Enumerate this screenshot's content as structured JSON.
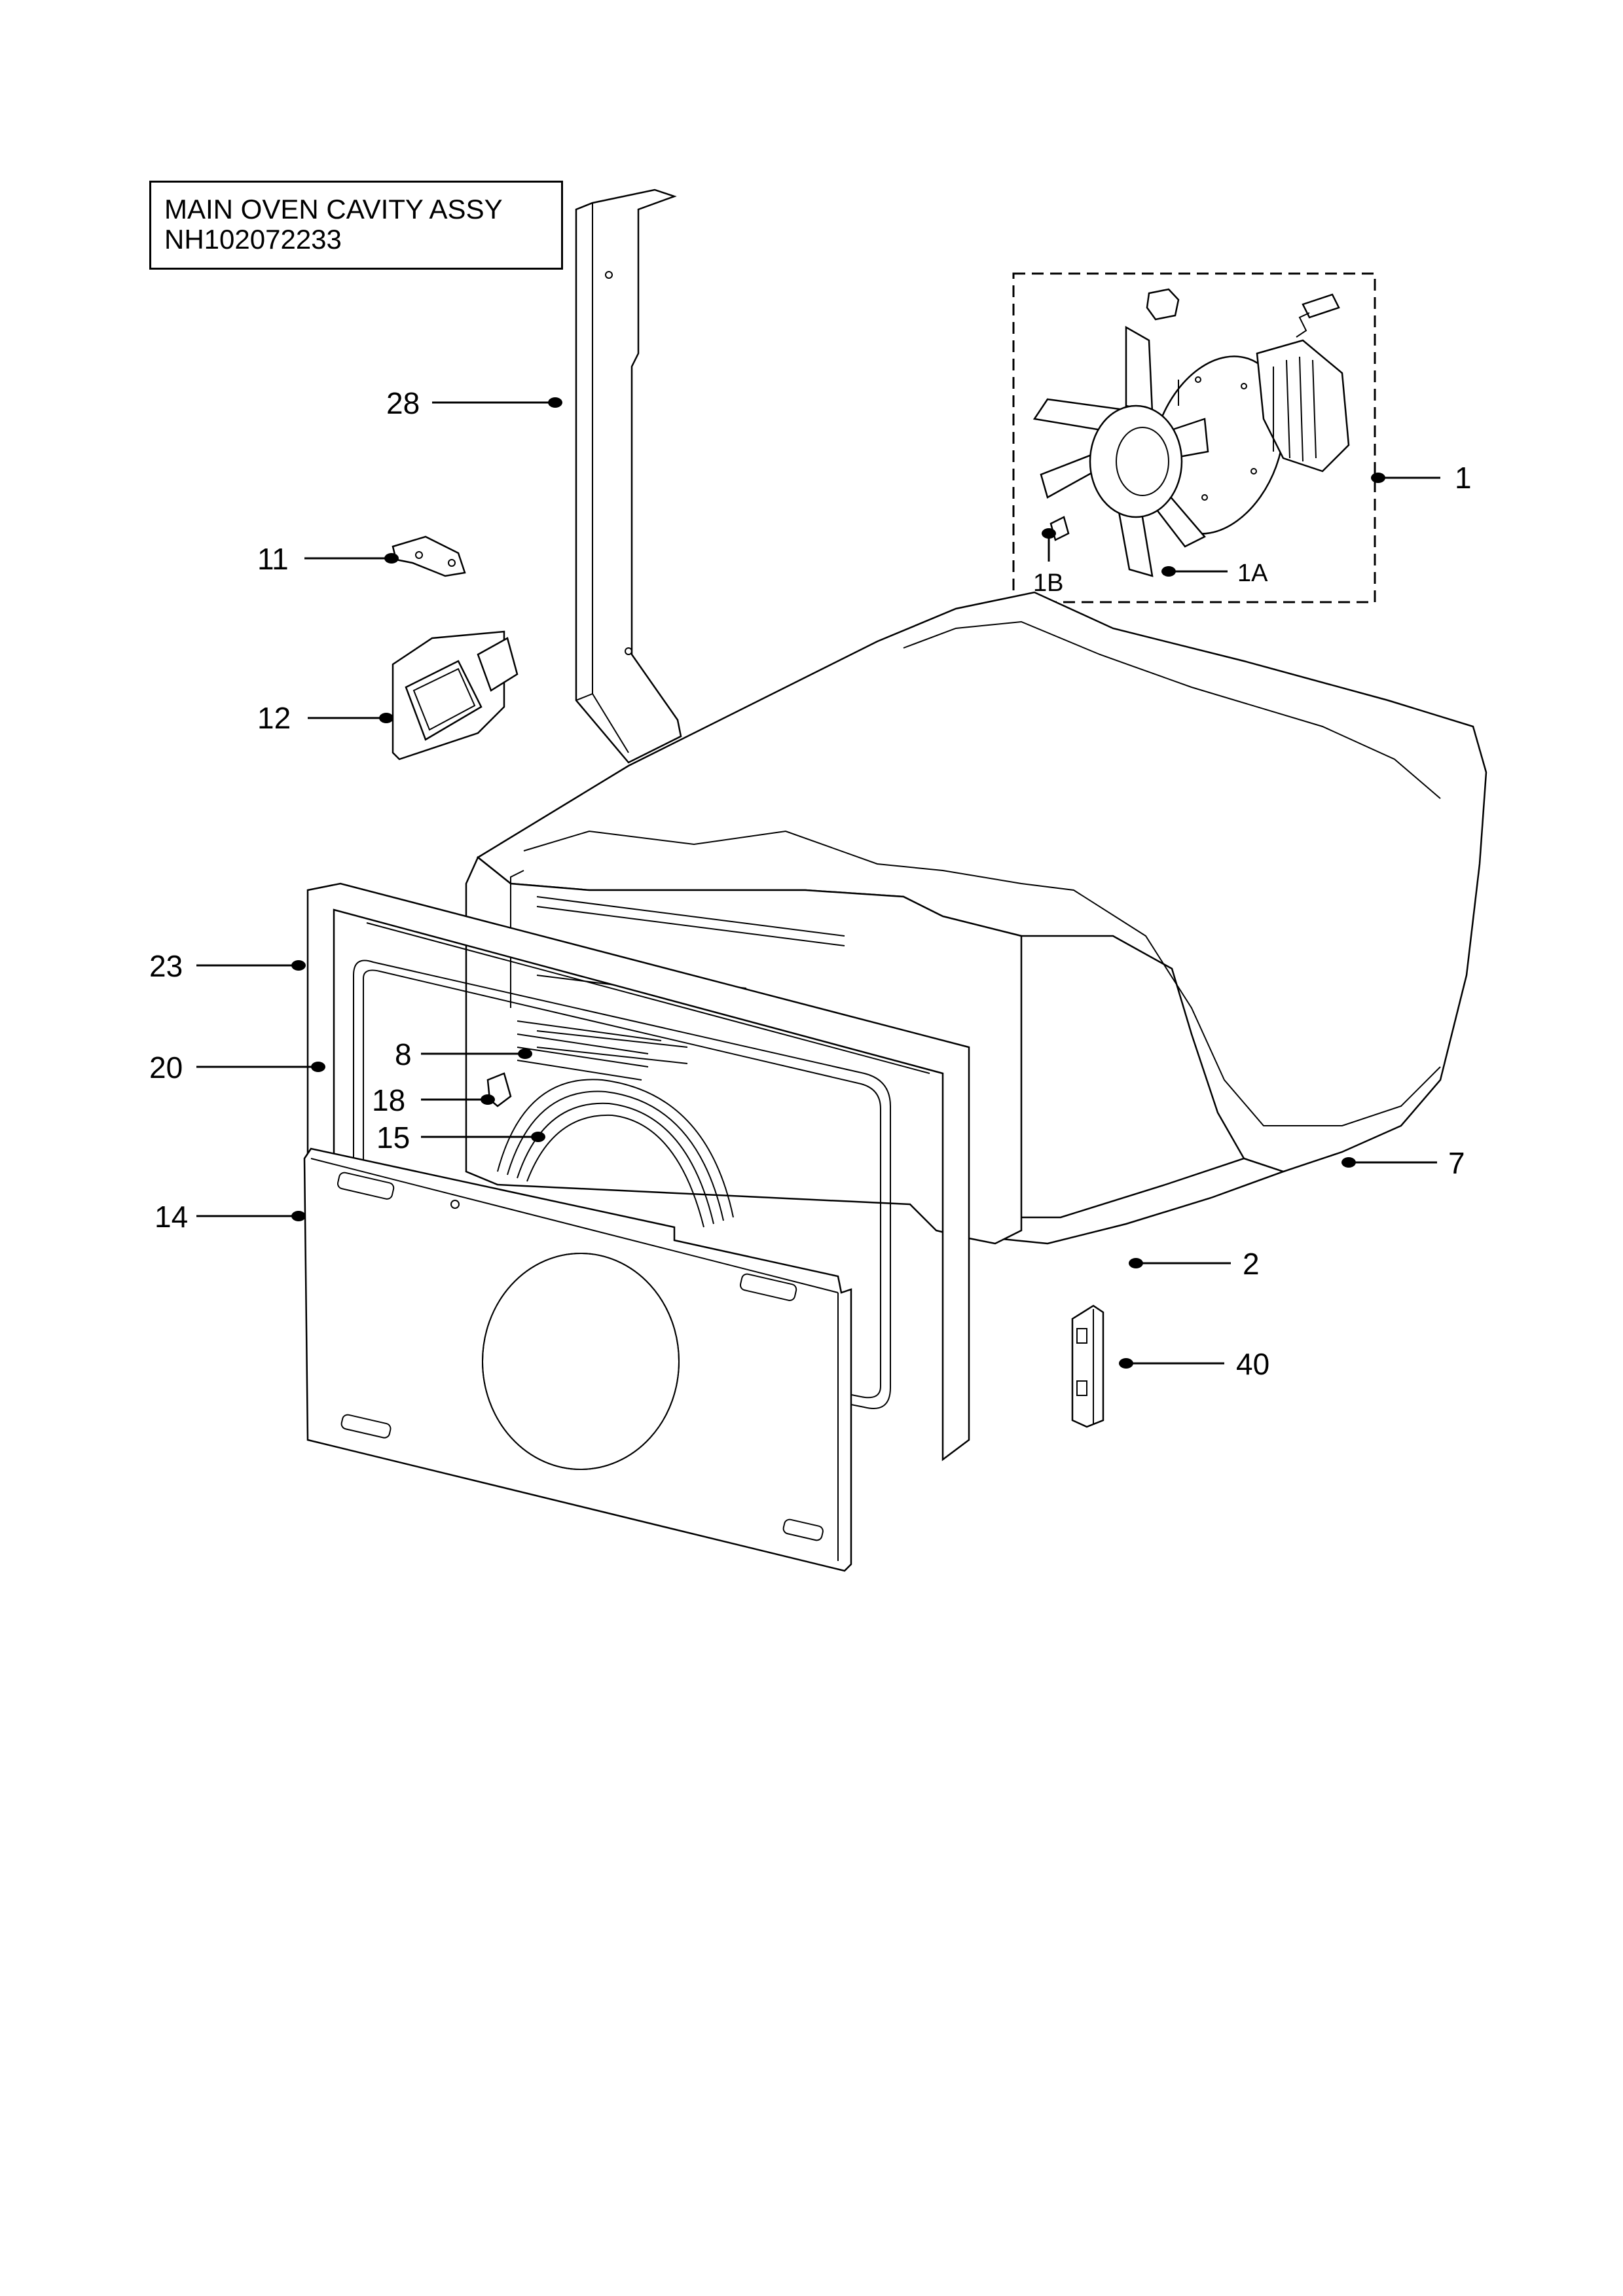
{
  "title": {
    "line1": "MAIN OVEN CAVITY ASSY",
    "line2": "NH102072233"
  },
  "callouts": [
    {
      "id": "28",
      "label": "28"
    },
    {
      "id": "11",
      "label": "11"
    },
    {
      "id": "12",
      "label": "12"
    },
    {
      "id": "1",
      "label": "1"
    },
    {
      "id": "1A",
      "label": "1A"
    },
    {
      "id": "1B",
      "label": "1B"
    },
    {
      "id": "23",
      "label": "23"
    },
    {
      "id": "20",
      "label": "20"
    },
    {
      "id": "8",
      "label": "8"
    },
    {
      "id": "18",
      "label": "18"
    },
    {
      "id": "15",
      "label": "15"
    },
    {
      "id": "14",
      "label": "14"
    },
    {
      "id": "7",
      "label": "7"
    },
    {
      "id": "2",
      "label": "2"
    },
    {
      "id": "40",
      "label": "40"
    }
  ]
}
